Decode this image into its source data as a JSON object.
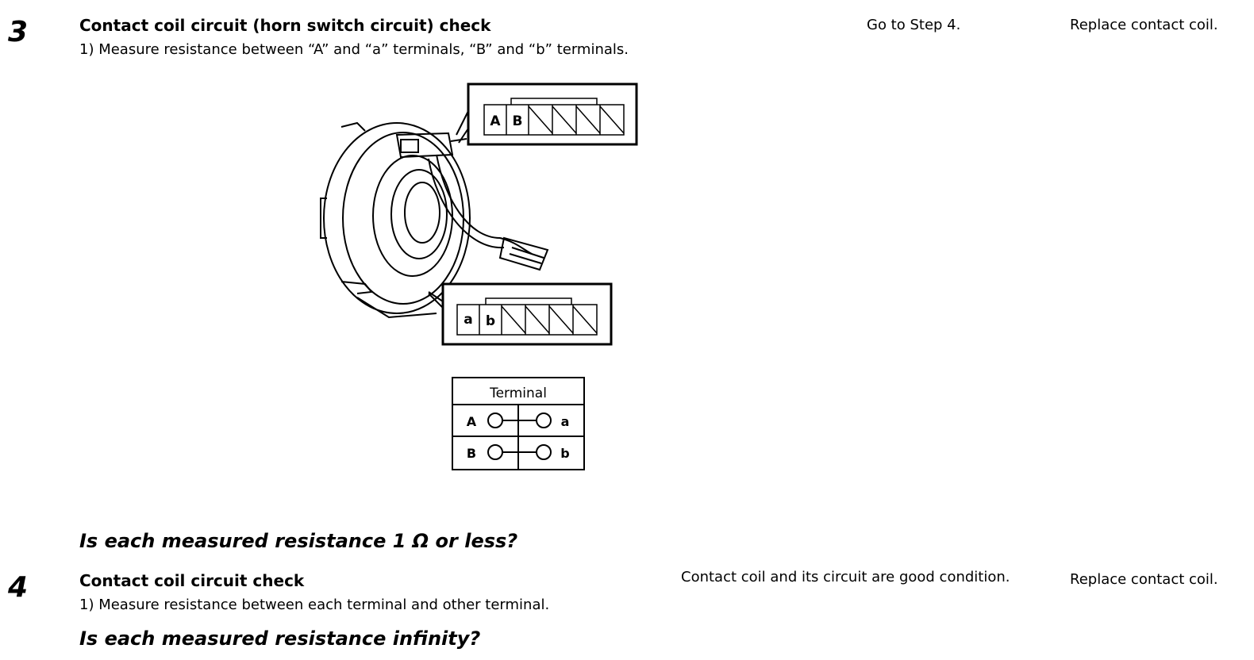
{
  "steps": [
    {
      "number": "3",
      "title": "Contact coil circuit (horn switch circuit) check",
      "instruction": "1)  Measure resistance between “A” and “a” terminals, “B” and “b” terminals.",
      "question": "Is each measured resistance 1 Ω or less?",
      "yes": "Go to Step 4.",
      "no": "Replace contact coil."
    },
    {
      "number": "4",
      "title": "Contact coil circuit check",
      "instruction": "1)  Measure resistance between each terminal and other terminal.",
      "question": "Is each measured resistance infinity?",
      "yes": "Contact coil and its circuit are good condition.",
      "no": "Replace contact coil."
    }
  ],
  "figure": {
    "upper_connector": [
      "A",
      "B"
    ],
    "lower_connector": [
      "a",
      "b"
    ],
    "terminal_table": {
      "header": "Terminal",
      "rows": [
        {
          "left": "A",
          "right": "a"
        },
        {
          "left": "B",
          "right": "b"
        }
      ]
    }
  }
}
